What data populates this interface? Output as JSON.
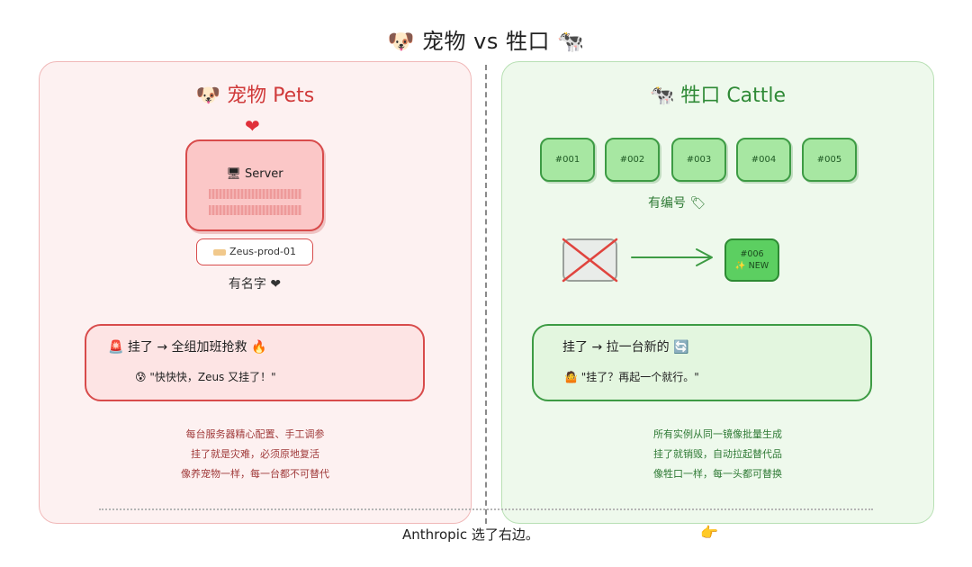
{
  "title": "🐶 宠物 vs 牲口 🐄",
  "pets": {
    "title": "🐶 宠物 Pets",
    "heart": "❤",
    "server_label": "🖥 Server",
    "name_tag": "Zeus-prod-01",
    "named_caption": "有名字 ❤",
    "callout_title": "🚨 挂了 → 全组加班抢救 🔥",
    "callout_quote": "😰 \"快快快，Zeus 又挂了！\"",
    "notes": [
      "每台服务器精心配置、手工调参",
      "挂了就是灾难，必须原地复活",
      "像养宠物一样，每一台都不可替代"
    ]
  },
  "cattle": {
    "title": "🐄 牲口 Cattle",
    "instances": [
      "#001",
      "#002",
      "#003",
      "#004",
      "#005"
    ],
    "numbered_caption": "有编号 🏷",
    "new_instance_id": "#006",
    "new_instance_label": "✨ NEW",
    "callout_title": "挂了 → 拉一台新的 🔄",
    "callout_quote": "🤷 \"挂了？再起一个就行。\"",
    "notes": [
      "所有实例从同一镜像批量生成",
      "挂了就销毁，自动拉起替代品",
      "像牲口一样，每一头都可替换"
    ]
  },
  "footer": {
    "text": "Anthropic 选了右边。",
    "icon": "👉"
  },
  "colors": {
    "pets_accent": "#d84b4b",
    "cattle_accent": "#3d9b44",
    "pets_bg": "#fdf1f1",
    "cattle_bg": "#eef9ec"
  }
}
